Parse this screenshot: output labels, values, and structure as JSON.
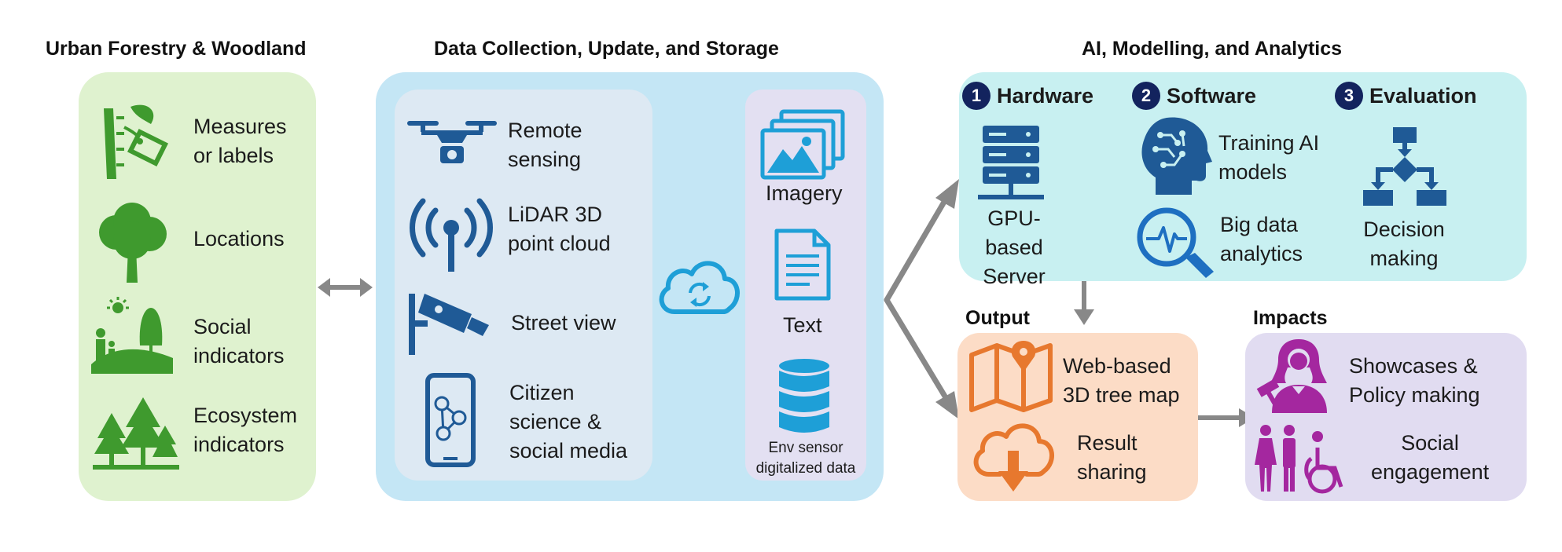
{
  "columns": {
    "urban": {
      "title": "Urban Forestry & Woodland",
      "items": [
        {
          "label": "Measures\nor labels",
          "icon": "tree-measurement-tag-icon"
        },
        {
          "label": "Locations",
          "icon": "tree-icon"
        },
        {
          "label": "Social\nindicators",
          "icon": "family-park-icon"
        },
        {
          "label": "Ecosystem\nindicators",
          "icon": "forest-icon"
        }
      ]
    },
    "data": {
      "title": "Data Collection, Update, and Storage",
      "sources": [
        {
          "label": "Remote\nsensing",
          "icon": "drone-icon"
        },
        {
          "label": "LiDAR 3D\npoint cloud",
          "icon": "lidar-signal-icon"
        },
        {
          "label": "Street view",
          "icon": "street-camera-icon"
        },
        {
          "label": "Citizen\nscience &\nsocial media",
          "icon": "smartphone-network-icon"
        }
      ],
      "storage": [
        {
          "label": "Imagery",
          "icon": "imagery-icon"
        },
        {
          "label": "Text",
          "icon": "document-icon"
        },
        {
          "label": "Env sensor\ndigitalized  data",
          "icon": "database-icon"
        }
      ],
      "cloud_icon": "cloud-sync-icon"
    },
    "ai": {
      "title": "AI, Modelling, and Analytics",
      "sections": [
        {
          "number": "1",
          "title": "Hardware"
        },
        {
          "number": "2",
          "title": "Software"
        },
        {
          "number": "3",
          "title": "Evaluation"
        }
      ],
      "items": [
        {
          "label": "GPU-based\nServer",
          "icon": "server-icon"
        },
        {
          "label": "Training AI\nmodels",
          "icon": "ai-head-icon"
        },
        {
          "label": "Big data\nanalytics",
          "icon": "magnifier-analytics-icon"
        },
        {
          "label": "Decision\nmaking",
          "icon": "flowchart-icon"
        }
      ]
    },
    "output": {
      "title": "Output",
      "items": [
        {
          "label": "Web-based\n3D tree map",
          "icon": "map-pin-icon"
        },
        {
          "label": "Result\nsharing",
          "icon": "cloud-download-icon"
        }
      ]
    },
    "impacts": {
      "title": "Impacts",
      "items": [
        {
          "label": "Showcases &\nPolicy making",
          "icon": "judge-icon"
        },
        {
          "label": "Social\nengagement",
          "icon": "people-inclusive-icon"
        }
      ]
    }
  },
  "colors": {
    "urban_bg": "#dff2cf",
    "urban_icon": "#3f9a2e",
    "data_outer_bg": "#c4e6f5",
    "data_sources_bg": "#dde9f3",
    "data_storage_bg": "#e3e0f2",
    "data_icon": "#1f5a96",
    "ai_bg": "#c8f0f1",
    "ai_icon": "#1f5a96",
    "output_bg": "#fcdcc6",
    "output_icon": "#e7782e",
    "impacts_bg": "#e1dcf1",
    "impacts_icon": "#a4279f",
    "badge": "#13235e",
    "arrow": "#888888"
  }
}
